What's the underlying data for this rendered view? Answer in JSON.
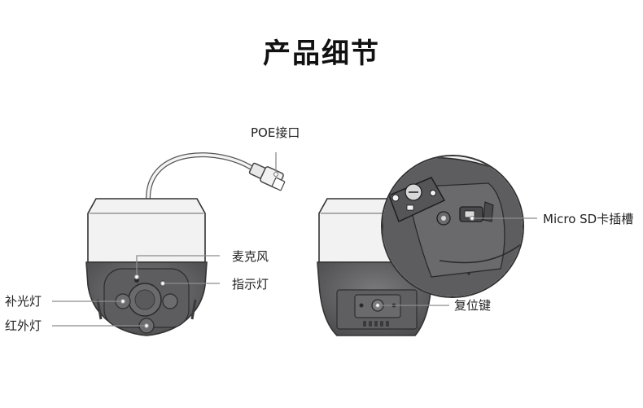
{
  "title": "产品细节",
  "labels": {
    "poe": "POE接口",
    "mic": "麦克风",
    "indicator": "指示灯",
    "fill_light": "补光灯",
    "ir_light": "红外灯",
    "sd_slot": "Micro SD卡插槽",
    "reset": "复位键"
  },
  "colors": {
    "body_dark": "#5a5a5c",
    "body_mid": "#6e6e70",
    "housing_light": "#f2f2f2",
    "outline": "#333333",
    "callout": "#8c8c8c"
  }
}
